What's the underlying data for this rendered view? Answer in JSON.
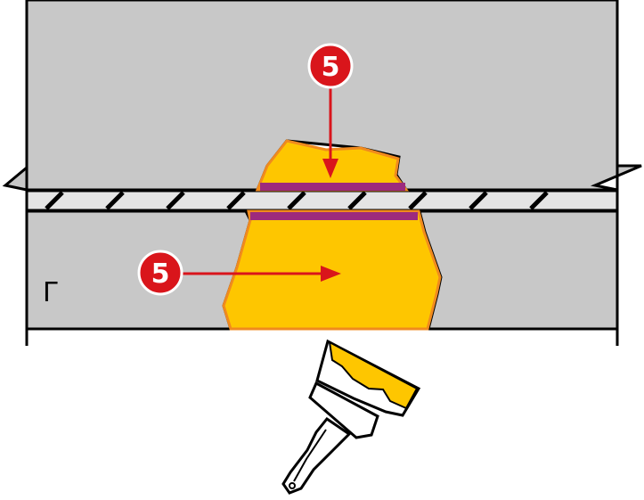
{
  "callouts": [
    {
      "id": "top",
      "number": "5"
    },
    {
      "id": "left",
      "number": "5"
    }
  ],
  "corner_mark": "Г",
  "colors": {
    "concrete": "#c8c8c8",
    "outline": "#000000",
    "joint_band": "#e4e4e4",
    "filler": "#fec600",
    "filler_edge": "#f08a1e",
    "primer_layer": "#9d2a7d",
    "callout_fill": "#d9151b",
    "callout_ring": "#ffffff",
    "arrow": "#d9151b",
    "brush_paint": "#fec600",
    "brush_body": "#ffffff"
  },
  "icons": [
    "paint-brush-icon"
  ]
}
